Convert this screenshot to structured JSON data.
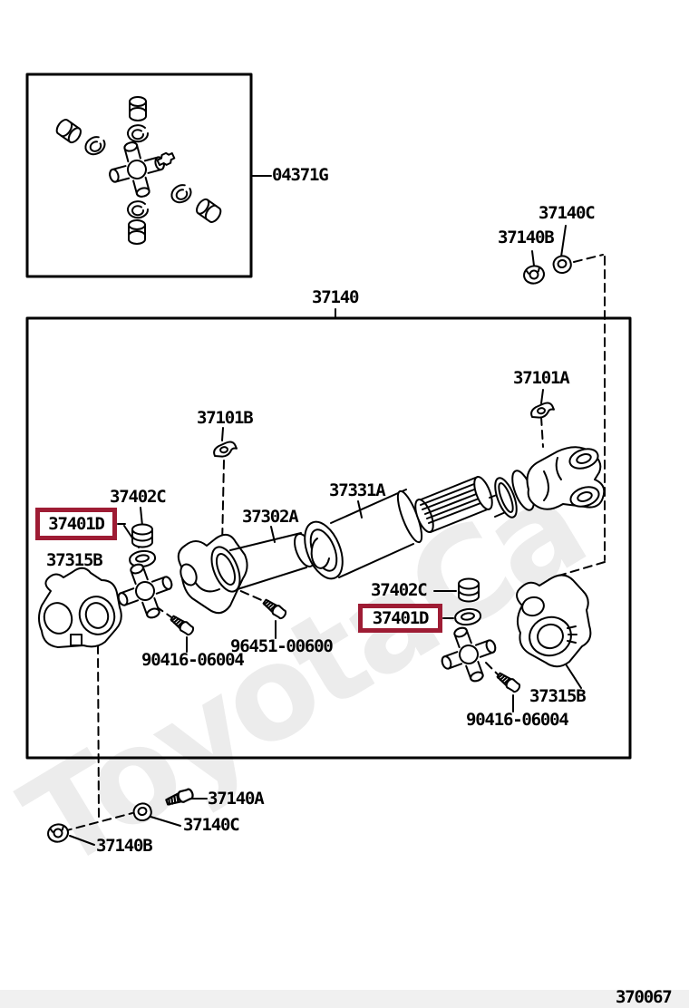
{
  "colors": {
    "highlight_box": "#9E1C34",
    "line": "#000000",
    "watermark": "#ECECEC",
    "footer_bg": "#F0F0F0"
  },
  "watermark_text": "ToyotaCa",
  "figure_code": "370067",
  "labels": {
    "inset_kit": "04371G",
    "assembly": "37140",
    "washer_top": "37140C",
    "nut_top": "37140B",
    "snap_ring_right": "37101A",
    "snap_ring_left": "37101B",
    "dust_cap_left": "37402C",
    "seal_left": "37401D",
    "flange_left": "37315B",
    "sleeve_yoke": "37302A",
    "dust_cover": "37331A",
    "center_bolt": "96451-00600",
    "flange_bolt_left": "90416-06004",
    "dust_cap_right": "37402C",
    "seal_right": "37401D",
    "flange_right": "37315B",
    "flange_bolt_right": "90416-06004",
    "bolt_bottom": "37140A",
    "washer_bottom": "37140C",
    "nut_bottom": "37140B"
  }
}
